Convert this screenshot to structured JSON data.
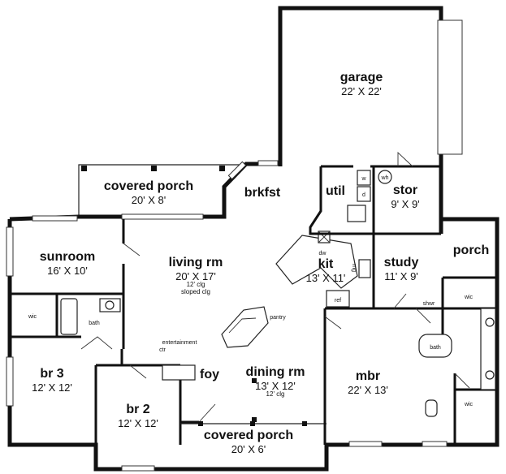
{
  "rooms": {
    "garage": {
      "name": "garage",
      "dim": "22' X 22'"
    },
    "brkfst": {
      "name": "brkfst"
    },
    "util": {
      "name": "util"
    },
    "stor": {
      "name": "stor",
      "dim": "9' X 9'"
    },
    "porch_back": {
      "name": "covered porch",
      "dim": "20' X 8'"
    },
    "sunroom": {
      "name": "sunroom",
      "dim": "16' X 10'"
    },
    "living": {
      "name": "living rm",
      "dim": "20' X 17'",
      "note1": "12' clg",
      "note2": "sloped clg"
    },
    "kit": {
      "name": "kit",
      "dim": "13' X 11'"
    },
    "study": {
      "name": "study",
      "dim": "11' X 9'"
    },
    "porch_side": {
      "name": "porch"
    },
    "br3": {
      "name": "br 3",
      "dim": "12' X 12'"
    },
    "br2": {
      "name": "br 2",
      "dim": "12' X 12'"
    },
    "foy": {
      "name": "foy"
    },
    "dining": {
      "name": "dining rm",
      "dim": "13' X 12'",
      "note1": "12' clg"
    },
    "mbr": {
      "name": "mbr",
      "dim": "22' X 13'"
    },
    "porch_front": {
      "name": "covered porch",
      "dim": "20' X 6'"
    }
  },
  "fixtures": {
    "wic_left": "wic",
    "bath_left": "bath",
    "entertainment_1": "entertainment",
    "entertainment_2": "ctr",
    "pantry": "pantry",
    "dw": "dw",
    "rng": "rng",
    "ref": "ref",
    "w": "w",
    "d": "d",
    "wh": "wh",
    "shwr": "shwr",
    "wic_top": "wic",
    "bath_master": "bath",
    "wic_bottom": "wic"
  }
}
